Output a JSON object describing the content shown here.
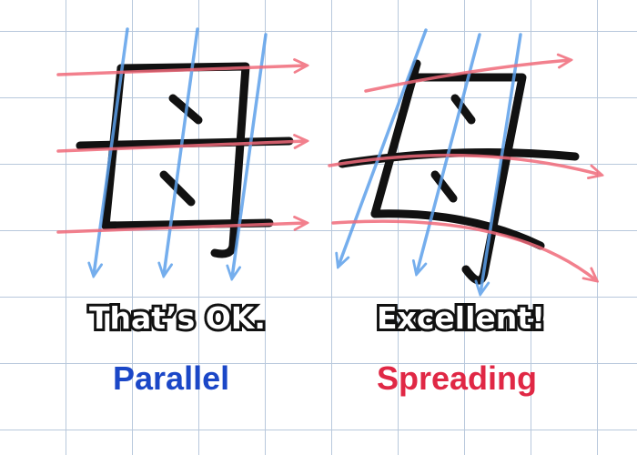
{
  "figure": {
    "character": "母",
    "left_panel": {
      "verdict": "That’s OK.",
      "label": "Parallel",
      "label_color": "#1b47c7"
    },
    "right_panel": {
      "verdict": "Excellent!",
      "label": "Spreading",
      "label_color": "#e02845"
    },
    "colors": {
      "ink": "#111111",
      "horizontal_guides": "#f06a7a",
      "vertical_guides": "#5da0ea",
      "grid": "#b8c8dc"
    }
  }
}
